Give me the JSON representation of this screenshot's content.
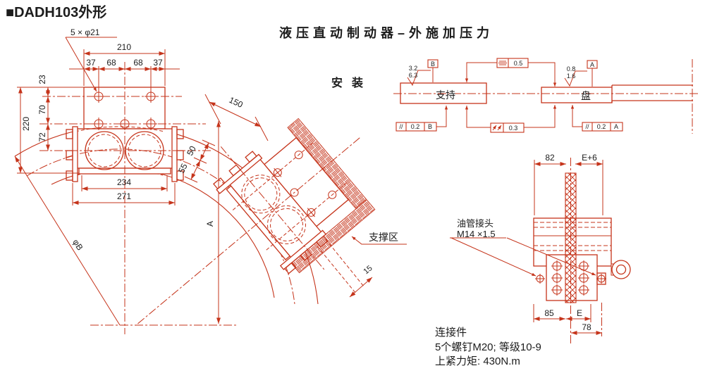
{
  "colors": {
    "line": "#c5341b",
    "text": "#1c1c1c",
    "bg": "#ffffff"
  },
  "title": "■DADH103外形",
  "header": {
    "main_title": "液压直动制动器–外施加压力",
    "install_label": "安装"
  },
  "front_view": {
    "holes_note": "5 × φ21",
    "dim_width_top": "210",
    "dim_sp1": "37",
    "dim_sp2": "68",
    "dim_sp3": "68",
    "dim_sp4": "37",
    "dim_v1": "23",
    "dim_v2": "70",
    "dim_v3": "72",
    "dim_height": "220",
    "dim_w1": "234",
    "dim_w2": "271",
    "dim_r1": "55",
    "dim_r2": "50",
    "dim_tilt": "150",
    "dim_a": "A",
    "dim_disc": "φB",
    "dim_offset": "15",
    "support_zone": "支撑区"
  },
  "install": {
    "support": "支持",
    "disc": "盘",
    "rough_s1": "3.2",
    "rough_s2": "6.3",
    "rough_d1": "0.8",
    "rough_d2": "1.6",
    "datum_b": "B",
    "datum_a": "A",
    "sym_val": "0.5",
    "runout_val": "0.3",
    "par_sym_b": "//",
    "par_b_val": "0.2",
    "par_b_ref": "B",
    "par_sym_a": "//",
    "par_a_val": "0.2",
    "par_a_ref": "A"
  },
  "side_view": {
    "dim_82": "82",
    "dim_e6": "E+6",
    "dim_85": "85",
    "dim_e": "E",
    "dim_78": "78",
    "fitting_line1": "油管接头",
    "fitting_line2": "M14 ×1.5"
  },
  "notes": {
    "l1": "连接件",
    "l2": "5个螺钉M20; 等级10-9",
    "l3": "上紧力矩: 430N.m"
  }
}
